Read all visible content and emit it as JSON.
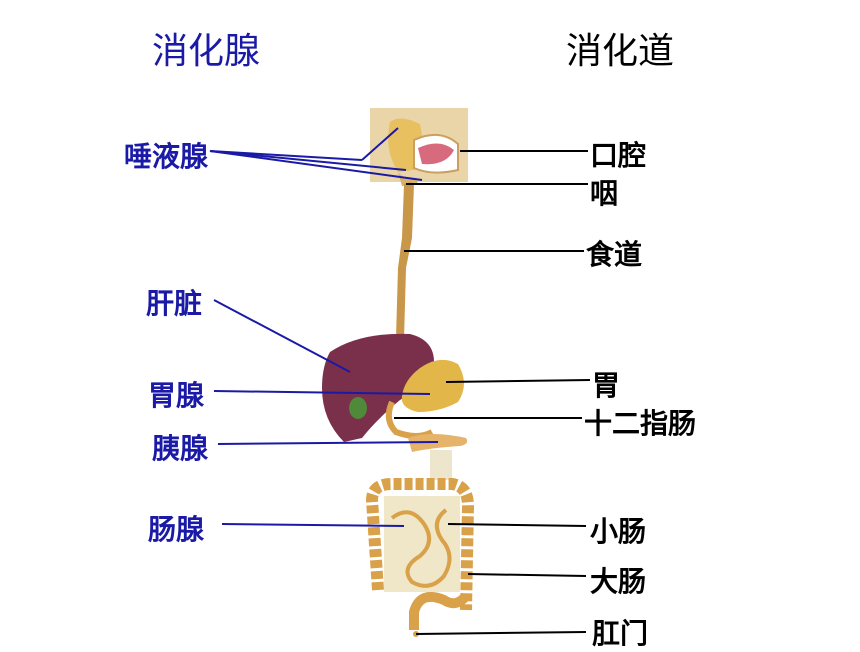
{
  "headings": {
    "glands": "消化腺",
    "tract": "消化道"
  },
  "glands": [
    {
      "label": "唾液腺"
    },
    {
      "label": "肝脏"
    },
    {
      "label": "胃腺"
    },
    {
      "label": "胰腺"
    },
    {
      "label": "肠腺"
    }
  ],
  "tract": [
    {
      "label": "口腔"
    },
    {
      "label": "咽"
    },
    {
      "label": "食道"
    },
    {
      "label": "胃"
    },
    {
      "label": "十二指肠"
    },
    {
      "label": "小肠"
    },
    {
      "label": "大肠"
    },
    {
      "label": "肛门"
    }
  ],
  "colors": {
    "gland_text": "#1a1aa6",
    "tract_text": "#000000",
    "liver": "#7a2f4a",
    "stomach": "#e3b64a",
    "intestine": "#d9a24a"
  }
}
